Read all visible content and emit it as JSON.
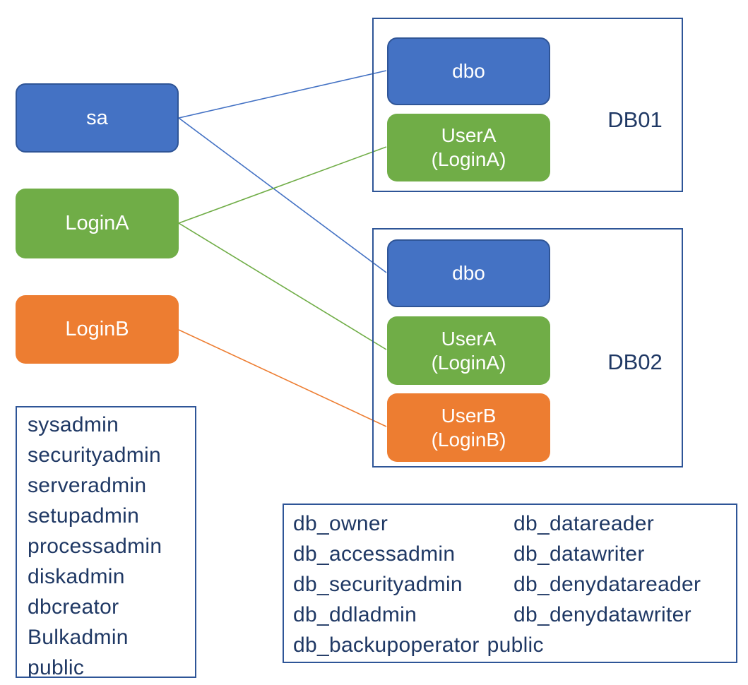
{
  "colors": {
    "blue": "#4472C4",
    "blue_border": "#2F5597",
    "green": "#70AD47",
    "orange": "#ED7D31",
    "box_border_navy": "#2E5597",
    "text_navy": "#1F3864",
    "node_text": "#FFFFFF",
    "background": "#FFFFFF"
  },
  "logins": [
    {
      "label": "sa",
      "color": "blue"
    },
    {
      "label": "LoginA",
      "color": "green"
    },
    {
      "label": "LoginB",
      "color": "orange"
    }
  ],
  "databases": [
    {
      "name": "DB01",
      "users": [
        {
          "label": "dbo",
          "sublabel": "",
          "color": "blue"
        },
        {
          "label": "UserA",
          "sublabel": "(LoginA)",
          "color": "green"
        }
      ]
    },
    {
      "name": "DB02",
      "users": [
        {
          "label": "dbo",
          "sublabel": "",
          "color": "blue"
        },
        {
          "label": "UserA",
          "sublabel": "(LoginA)",
          "color": "green"
        },
        {
          "label": "UserB",
          "sublabel": "(LoginB)",
          "color": "orange"
        }
      ]
    }
  ],
  "connections": [
    {
      "from": "sa",
      "to": "DB01.dbo",
      "color": "blue"
    },
    {
      "from": "sa",
      "to": "DB02.dbo",
      "color": "blue"
    },
    {
      "from": "LoginA",
      "to": "DB01.UserA",
      "color": "green"
    },
    {
      "from": "LoginA",
      "to": "DB02.UserA",
      "color": "green"
    },
    {
      "from": "LoginB",
      "to": "DB02.UserB",
      "color": "orange"
    }
  ],
  "server_roles": [
    "sysadmin",
    "securityadmin",
    "serveradmin",
    "setupadmin",
    "processadmin",
    "diskadmin",
    "dbcreator",
    "Bulkadmin",
    "public"
  ],
  "database_roles": {
    "col1": [
      "db_owner",
      "db_accessadmin",
      "db_securityadmin",
      "db_ddladmin",
      "db_backupoperator"
    ],
    "col2": [
      "db_datareader",
      "db_datawriter",
      "db_denydatareader",
      "db_denydatawriter"
    ],
    "last_inline": "public"
  }
}
